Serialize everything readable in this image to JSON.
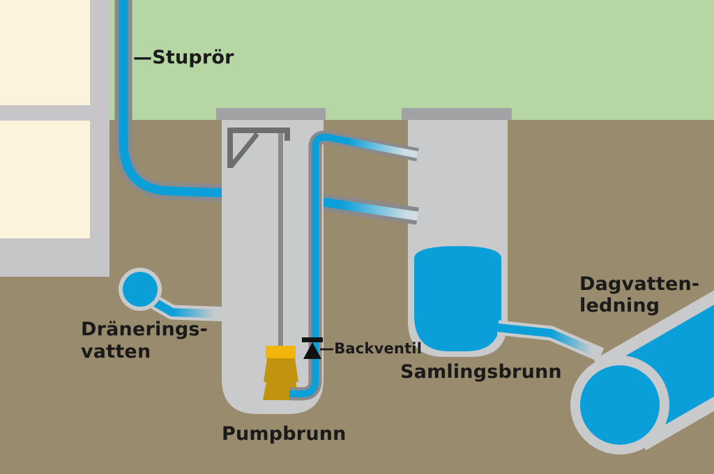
{
  "diagram": {
    "type": "illustration",
    "subject": "stormwater-and-drainage-pump-well-system",
    "labels": {
      "stupror": "—Stuprör",
      "draneringsvatten": [
        "Dränerings-",
        "vatten"
      ],
      "pumpbrunn": "Pumpbrunn",
      "backventil": "—Backventil",
      "samlingsbrunn": "Samlingsbrunn",
      "dagvattenledning": [
        "Dagvatten-",
        "ledning"
      ]
    },
    "colors": {
      "grass_green": "#B6D7A3",
      "ground_brown": "#998B6E",
      "water_blue": "#0A9FD8",
      "pale_pipe_fade": "#CFDEE5",
      "house_wall_gray": "#C6C6C8",
      "house_panel_cream": "#FBF3DB",
      "well_gray": "#C9CACC",
      "well_cap_gray": "#A0A2A4",
      "pipe_casing_dark_gray": "#8A8A8C",
      "bracket_dark_gray": "#6E6E70",
      "pump_top_yellow": "#F2B50B",
      "pump_body_gold": "#C2930F",
      "valve_black": "#111111",
      "label_text": "#1A1A1A"
    }
  }
}
